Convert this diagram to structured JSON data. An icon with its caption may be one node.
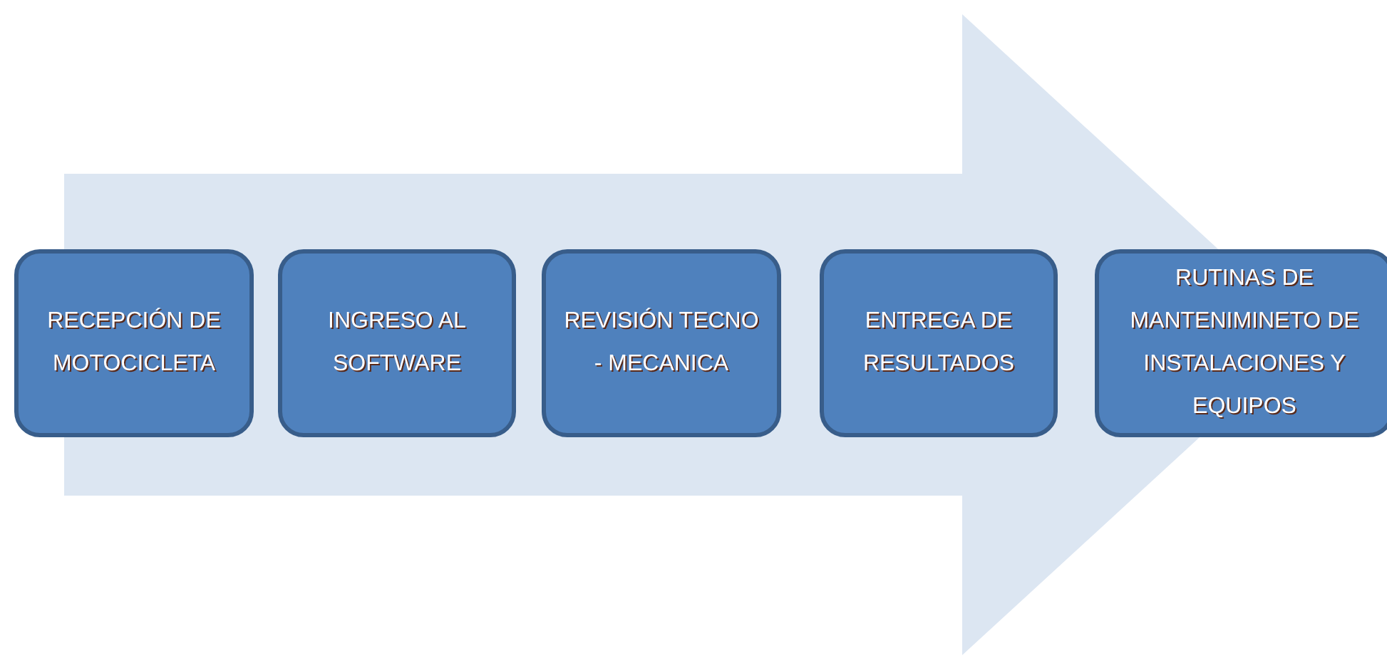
{
  "diagram": {
    "nodes": [
      {
        "text": [
          "RECEPCIÓN DE MOTOCICLETA"
        ]
      },
      {
        "text": [
          "INGRESO AL SOFTWARE"
        ]
      },
      {
        "text": [
          "REVISIÓN TECNO - MECANICA"
        ]
      },
      {
        "text": [
          "ENTREGA DE RESULTADOS"
        ]
      },
      {
        "text": [
          "RUTINAS DE MANTENIMINETO DE INSTALACIONES Y EQUIPOS"
        ]
      }
    ],
    "edges": [
      {
        "from": 0,
        "to": 4,
        "arrow": "to"
      }
    ]
  }
}
